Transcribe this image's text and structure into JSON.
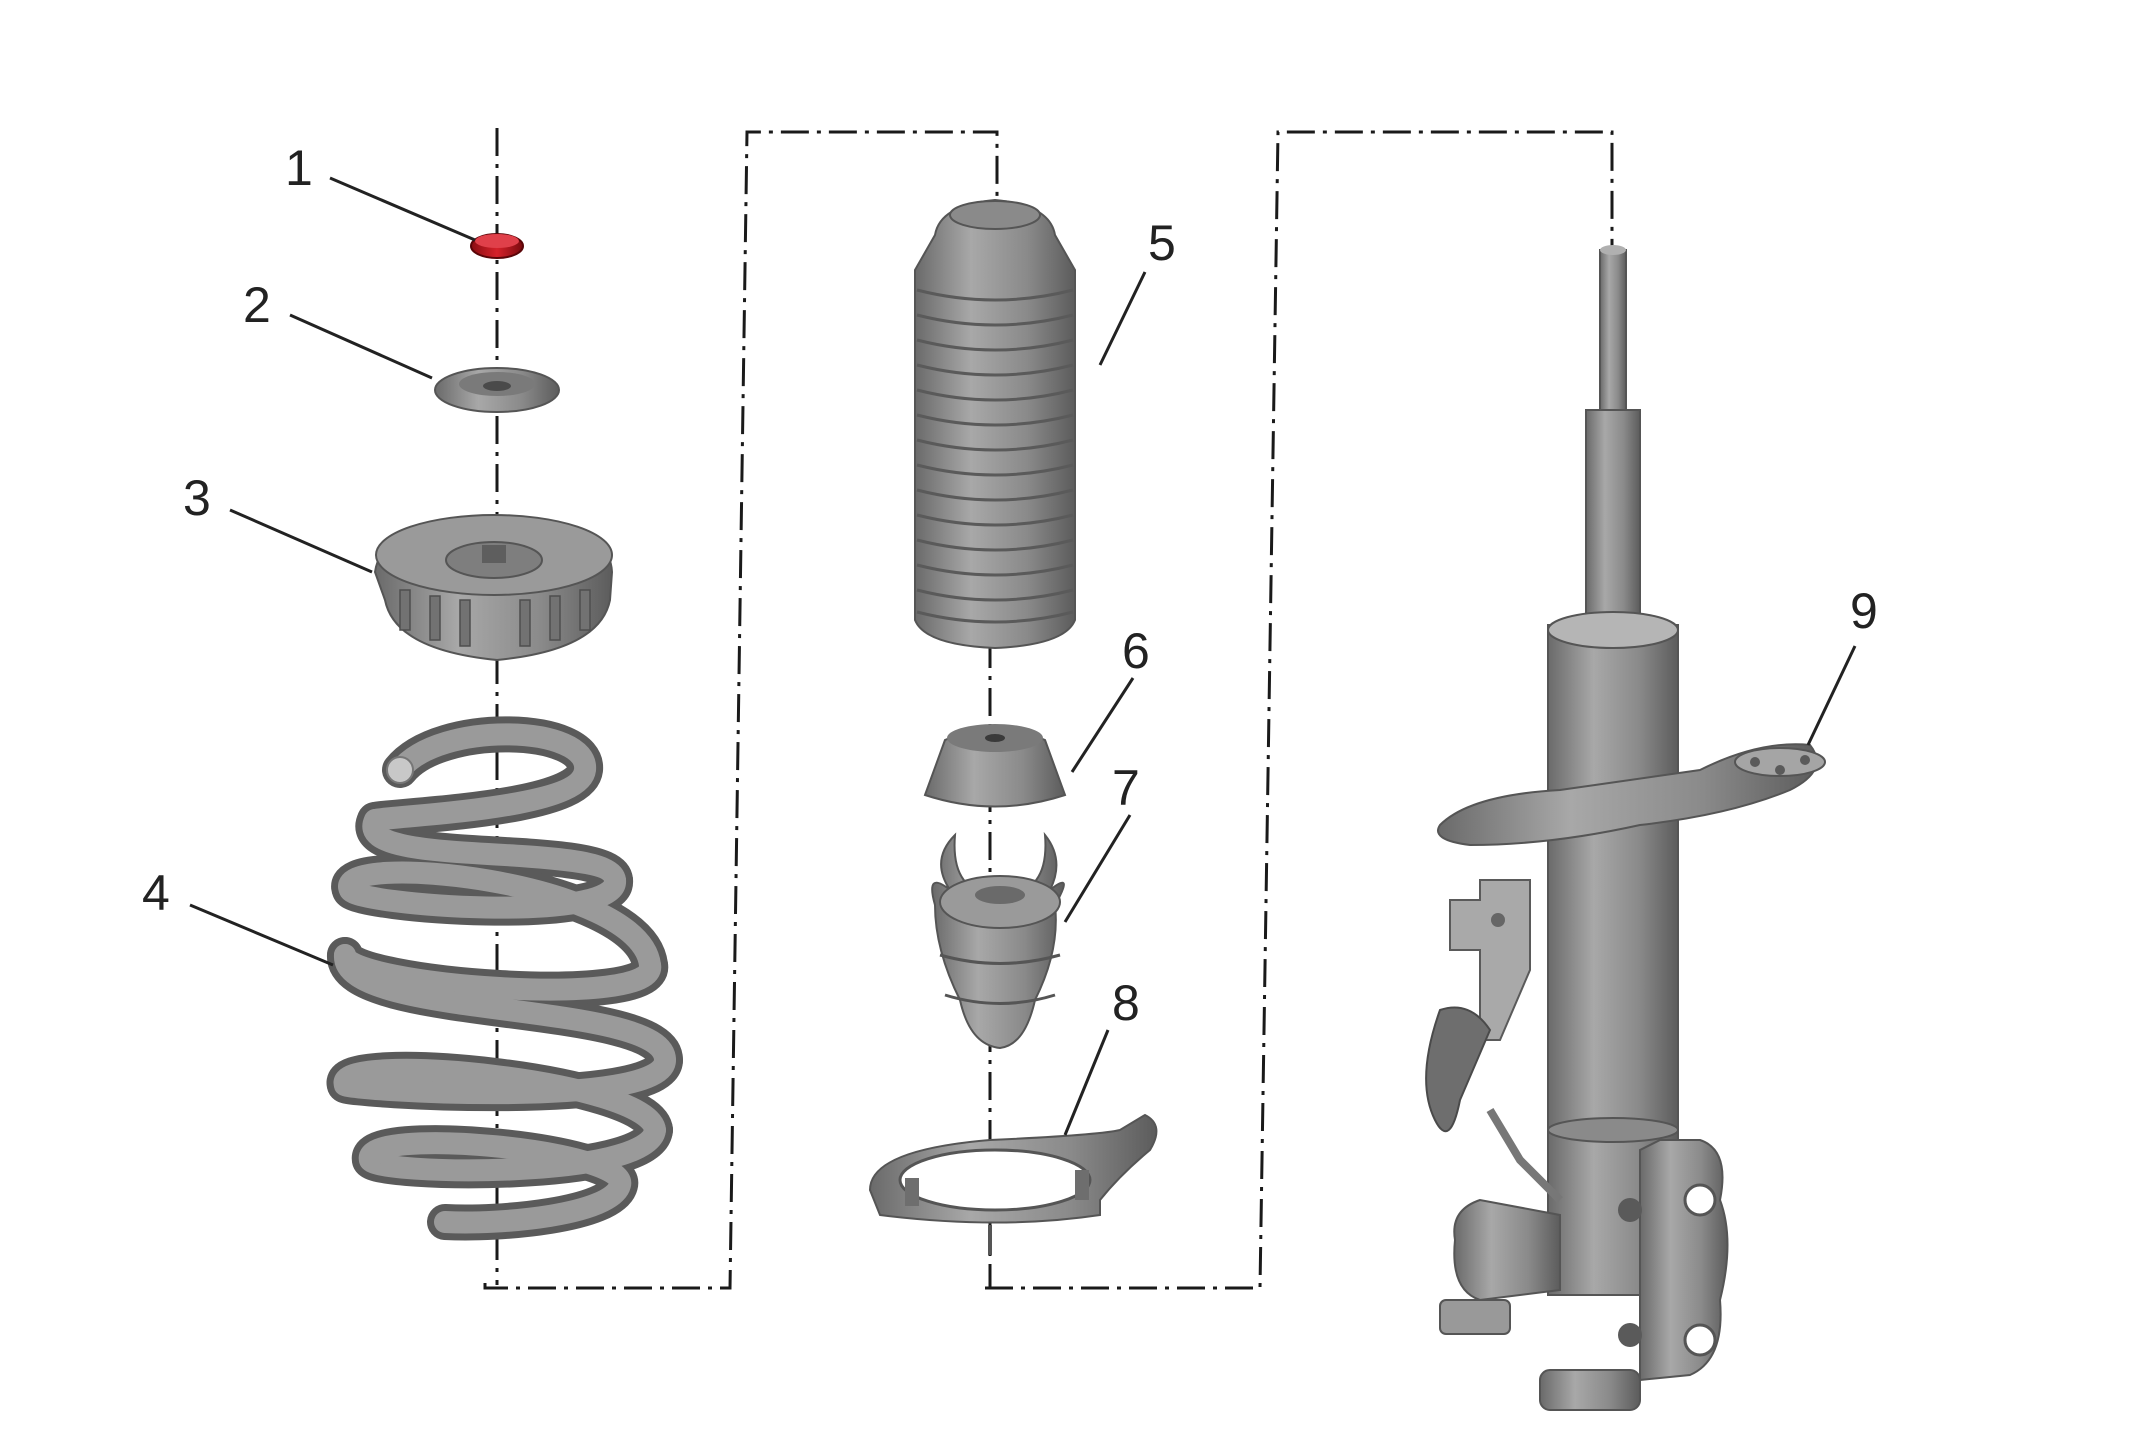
{
  "diagram": {
    "type": "exploded-parts-view",
    "colors": {
      "background": "#ffffff",
      "part_gray": "#8c8c8c",
      "highlight_part": "#c0141a",
      "line": "#222222"
    },
    "callouts": [
      {
        "number": "1",
        "part": "nut",
        "highlighted": true
      },
      {
        "number": "2",
        "part": "washer"
      },
      {
        "number": "3",
        "part": "strut-mount"
      },
      {
        "number": "4",
        "part": "coil-spring"
      },
      {
        "number": "5",
        "part": "dust-boot"
      },
      {
        "number": "6",
        "part": "bump-stop-cap"
      },
      {
        "number": "7",
        "part": "bump-stop"
      },
      {
        "number": "8",
        "part": "spring-seat-insulator"
      },
      {
        "number": "9",
        "part": "strut-assembly"
      }
    ]
  }
}
